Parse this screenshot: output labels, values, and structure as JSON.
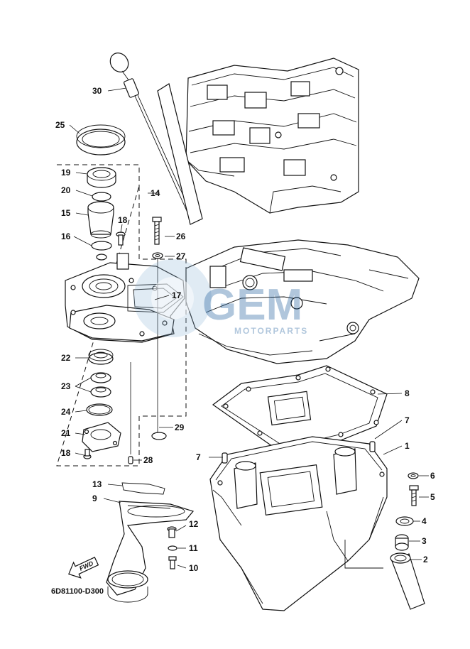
{
  "diagram": {
    "code": "6D81100-D300",
    "fwd_label": "FWD",
    "watermark": {
      "text": "GEM",
      "subtext": "MOTORPARTS"
    }
  },
  "callouts": [
    {
      "id": "c30",
      "text": "30"
    },
    {
      "id": "c25",
      "text": "25"
    },
    {
      "id": "c19",
      "text": "19"
    },
    {
      "id": "c20",
      "text": "20"
    },
    {
      "id": "c14",
      "text": "14"
    },
    {
      "id": "c15",
      "text": "15"
    },
    {
      "id": "c18a",
      "text": "18"
    },
    {
      "id": "c16",
      "text": "16"
    },
    {
      "id": "c26",
      "text": "26"
    },
    {
      "id": "c27",
      "text": "27"
    },
    {
      "id": "c17",
      "text": "17"
    },
    {
      "id": "c22",
      "text": "22"
    },
    {
      "id": "c23",
      "text": "23"
    },
    {
      "id": "c24",
      "text": "24"
    },
    {
      "id": "c21",
      "text": "21"
    },
    {
      "id": "c18b",
      "text": "18"
    },
    {
      "id": "c29",
      "text": "29"
    },
    {
      "id": "c28",
      "text": "28"
    },
    {
      "id": "c8",
      "text": "8"
    },
    {
      "id": "c7a",
      "text": "7"
    },
    {
      "id": "c7b",
      "text": "7"
    },
    {
      "id": "c1",
      "text": "1"
    },
    {
      "id": "c6",
      "text": "6"
    },
    {
      "id": "c5",
      "text": "5"
    },
    {
      "id": "c4",
      "text": "4"
    },
    {
      "id": "c3",
      "text": "3"
    },
    {
      "id": "c2",
      "text": "2"
    },
    {
      "id": "c13",
      "text": "13"
    },
    {
      "id": "c9",
      "text": "9"
    },
    {
      "id": "c12",
      "text": "12"
    },
    {
      "id": "c11",
      "text": "11"
    },
    {
      "id": "c10",
      "text": "10"
    }
  ]
}
